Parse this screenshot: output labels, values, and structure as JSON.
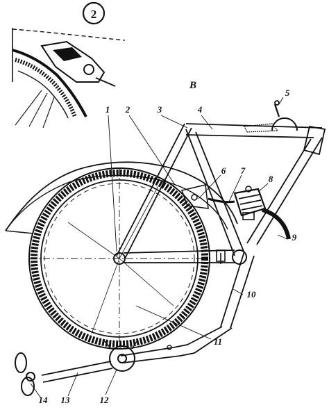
{
  "figure_number": "2",
  "view_label": "В",
  "callouts": [
    "1",
    "2",
    "3",
    "4",
    "5",
    "6",
    "7",
    "8",
    "9",
    "10",
    "11",
    "12",
    "13",
    "14"
  ]
}
